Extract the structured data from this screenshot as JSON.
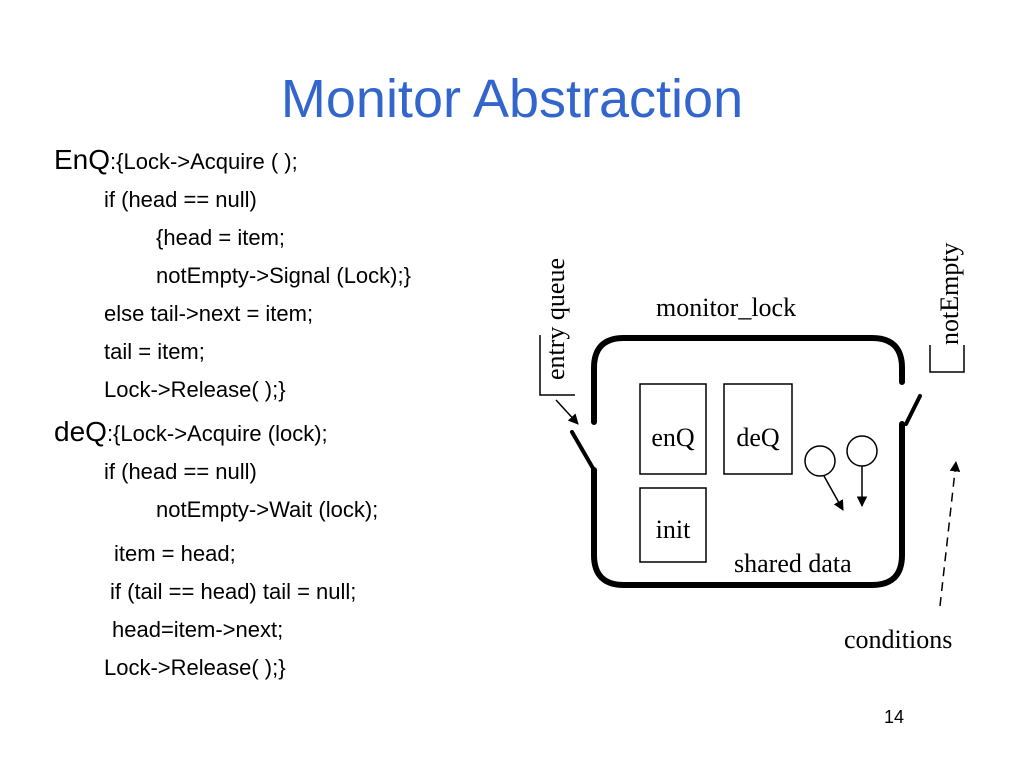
{
  "slide": {
    "title": "Monitor Abstraction",
    "number": "14"
  },
  "code": {
    "enq_label": "EnQ",
    "enq_lines": [
      ":{Lock->Acquire ( );",
      "if (head == null)",
      "{head = item;",
      "notEmpty->Signal (Lock);}",
      "else tail->next = item;",
      "tail = item;",
      "Lock->Release( );}"
    ],
    "deq_label": "deQ",
    "deq_lines": [
      ":{Lock->Acquire (lock);",
      "if (head == null)",
      "notEmpty->Wait (lock);",
      "item = head;",
      "if (tail == head) tail = null;",
      "head=item->next;",
      "Lock->Release( );}"
    ]
  },
  "diagram": {
    "entry_queue_label": "entry queue",
    "monitor_lock_label": "monitor_lock",
    "not_empty_label": "notEmpty",
    "procedures": [
      "enQ",
      "deQ",
      "init"
    ],
    "shared_data_label": "shared data",
    "conditions_label": "conditions"
  }
}
